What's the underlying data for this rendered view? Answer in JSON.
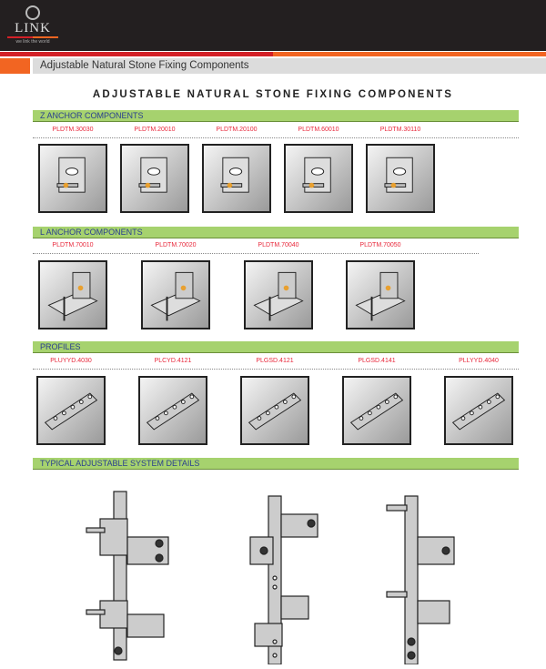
{
  "header": {
    "logo_text": "LINK",
    "logo_tagline": "we link the world",
    "page_title": "Adjustable Natural Stone Fixing Components"
  },
  "main_title": "ADJUSTABLE NATURAL STONE FIXING COMPONENTS",
  "colors": {
    "header": "#231f20",
    "red": "#d32027",
    "orange": "#f26522",
    "section_bar": "#a6d26e",
    "label": "#e8273a"
  },
  "sections": [
    {
      "title": "Z ANCHOR COMPONENTS",
      "items": [
        "PLDTM.30030",
        "PLDTM.20010",
        "PLDTM.20100",
        "PLDTM.60010",
        "PLDTM.30110"
      ]
    },
    {
      "title": "L ANCHOR COMPONENTS",
      "items": [
        "PLDTM.70010",
        "PLDTM.70020",
        "PLDTM.70040",
        "PLDTM.70050"
      ]
    },
    {
      "title": "PROFILES",
      "items": [
        "PLUYYD.4030",
        "PLCYD.4121",
        "PLGSD.4121",
        "PLGSD.4141",
        "PLLYYD.4040"
      ]
    },
    {
      "title": "TYPICAL ADJUSTABLE SYSTEM DETAILS"
    }
  ]
}
